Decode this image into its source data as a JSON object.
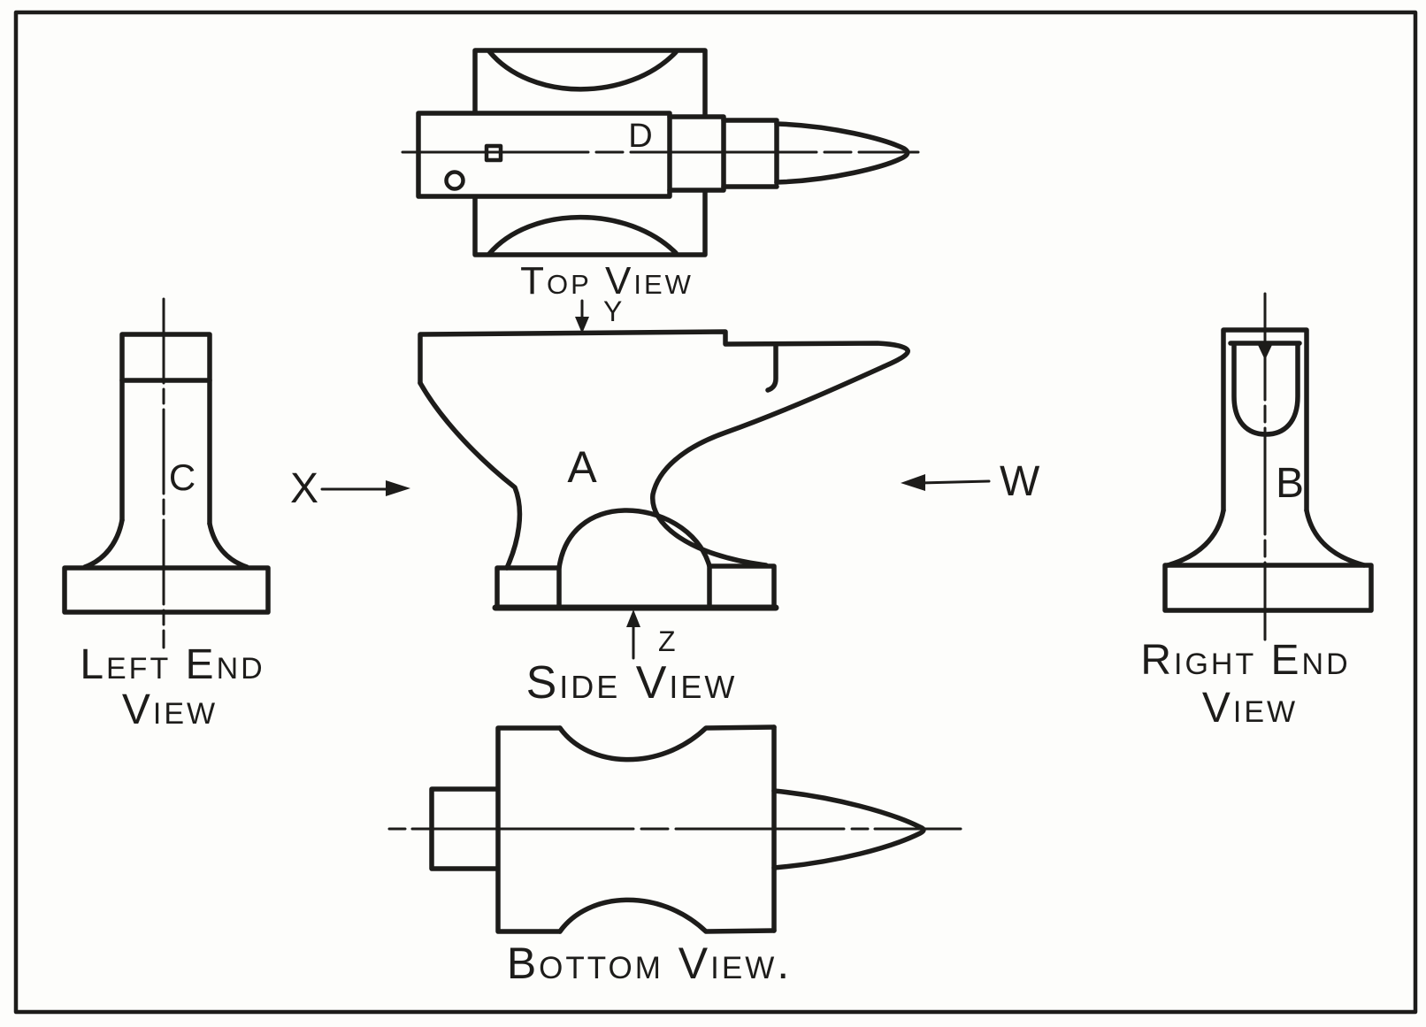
{
  "figure_type": "orthographic projection drawing (anvil)",
  "colors": {
    "ink": "#1d1c1a",
    "paper": "#fdfdfb"
  },
  "views": {
    "top": {
      "caption": "Top View",
      "label": "D"
    },
    "side": {
      "caption": "Side View",
      "label": "A"
    },
    "left_end": {
      "caption_line1": "Left End",
      "caption_line2": "View",
      "label": "C"
    },
    "right_end": {
      "caption_line1": "Right End",
      "caption_line2": "View",
      "label": "B"
    },
    "bottom": {
      "caption": "Bottom View."
    }
  },
  "arrows": {
    "x": "X",
    "y": "Y",
    "z": "Z",
    "w": "W"
  }
}
